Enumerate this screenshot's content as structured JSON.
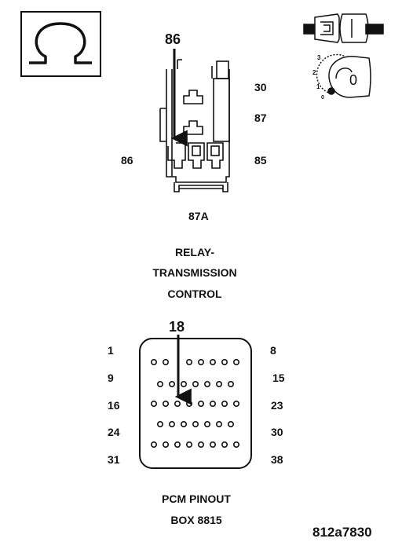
{
  "relay": {
    "callout_pin": "86",
    "pin_labels": {
      "p30": "30",
      "p87": "87",
      "p86": "86",
      "p85": "85",
      "p87a": "87A"
    },
    "caption_lines": [
      "RELAY-",
      "TRANSMISSION",
      "CONTROL"
    ]
  },
  "ignition": {
    "position_labels": [
      "3",
      "2",
      "1",
      "0"
    ],
    "key_label": "0"
  },
  "pcm": {
    "callout_pin": "18",
    "row_labels_left": [
      "1",
      "9",
      "16",
      "24",
      "31"
    ],
    "row_labels_right": [
      "8",
      "15",
      "23",
      "30",
      "38"
    ],
    "caption_lines": [
      "PCM PINOUT",
      "BOX 8815"
    ]
  },
  "figure_id": "812a7830"
}
